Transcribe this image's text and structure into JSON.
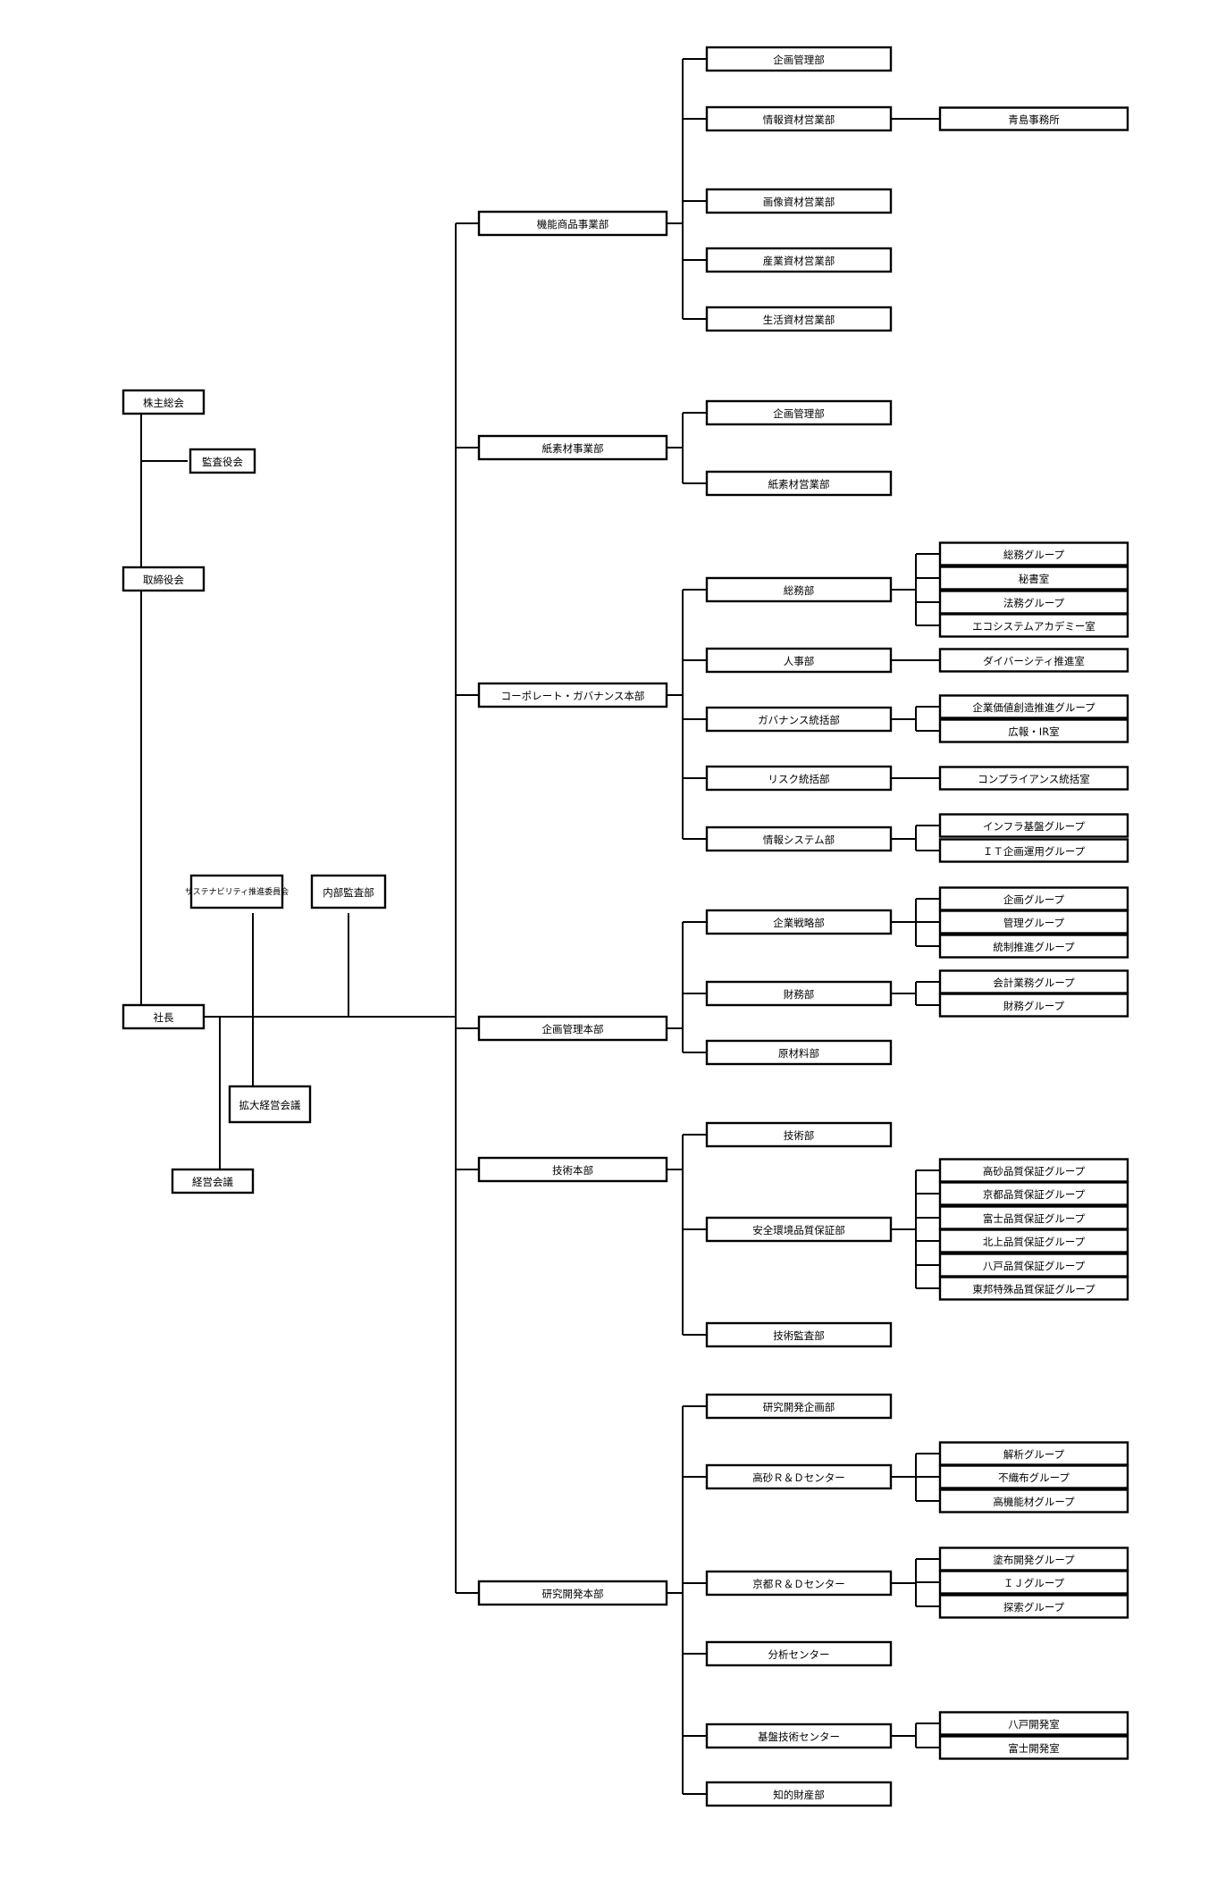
{
  "governance": {
    "shareholders": "株主総会",
    "auditors": "監査役会",
    "board": "取締役会",
    "president": "社長",
    "sustainability": "サステナビリティ推進委員会",
    "internal_audit": "内部監査部",
    "expanded_meeting": "拡大経営会議",
    "management_meeting": "経営会議"
  },
  "divisions": [
    {
      "name": "機能商品事業部",
      "departments": [
        {
          "name": "企画管理部",
          "groups": []
        },
        {
          "name": "情報資材営業部",
          "groups": [
            "青島事務所"
          ]
        },
        {
          "name": "画像資材営業部",
          "groups": []
        },
        {
          "name": "産業資材営業部",
          "groups": []
        },
        {
          "name": "生活資材営業部",
          "groups": []
        }
      ]
    },
    {
      "name": "紙素材事業部",
      "departments": [
        {
          "name": "企画管理部",
          "groups": []
        },
        {
          "name": "紙素材営業部",
          "groups": []
        }
      ]
    },
    {
      "name": "コーポレート・ガバナンス本部",
      "departments": [
        {
          "name": "総務部",
          "groups": [
            "総務グループ",
            "秘書室",
            "法務グループ",
            "エコシステムアカデミー室"
          ]
        },
        {
          "name": "人事部",
          "groups": [
            "ダイバーシティ推進室"
          ]
        },
        {
          "name": "ガバナンス統括部",
          "groups": [
            "企業価値創造推進グループ",
            "広報・IR室"
          ]
        },
        {
          "name": "リスク統括部",
          "groups": [
            "コンプライアンス統括室"
          ]
        },
        {
          "name": "情報システム部",
          "groups": [
            "インフラ基盤グループ",
            "ＩＴ企画運用グループ"
          ]
        }
      ]
    },
    {
      "name": "企画管理本部",
      "departments": [
        {
          "name": "企業戦略部",
          "groups": [
            "企画グループ",
            "管理グループ",
            "統制推進グループ"
          ]
        },
        {
          "name": "財務部",
          "groups": [
            "会計業務グループ",
            "財務グループ"
          ]
        },
        {
          "name": "原材料部",
          "groups": []
        }
      ]
    },
    {
      "name": "技術本部",
      "departments": [
        {
          "name": "技術部",
          "groups": []
        },
        {
          "name": "安全環境品質保証部",
          "groups": [
            "高砂品質保証グループ",
            "京都品質保証グループ",
            "富士品質保証グループ",
            "北上品質保証グループ",
            "八戸品質保証グループ",
            "東邦特殊品質保証グループ"
          ]
        },
        {
          "name": "技術監査部",
          "groups": []
        }
      ]
    },
    {
      "name": "研究開発本部",
      "departments": [
        {
          "name": "研究開発企画部",
          "groups": []
        },
        {
          "name": "高砂Ｒ＆Ｄセンター",
          "groups": [
            "解析グループ",
            "不織布グループ",
            "高機能材グループ"
          ]
        },
        {
          "name": "京都Ｒ＆Ｄセンター",
          "groups": [
            "塗布開発グループ",
            "ＩＪグループ",
            "探索グループ"
          ]
        },
        {
          "name": "分析センター",
          "groups": []
        },
        {
          "name": "基盤技術センター",
          "groups": [
            "八戸開発室",
            "富士開発室"
          ]
        },
        {
          "name": "知的財産部",
          "groups": []
        }
      ]
    }
  ]
}
